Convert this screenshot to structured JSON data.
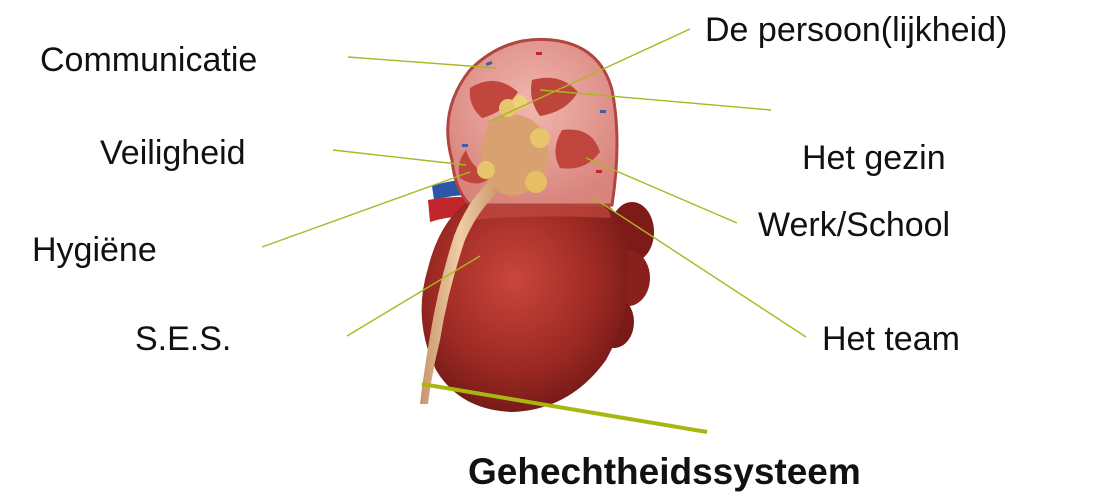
{
  "colors": {
    "leader_line": "#a8b820",
    "title_underline": "#a6b80f",
    "text": "#111111",
    "kidney_dark": "#8e1f1c",
    "kidney_mid": "#b83a33",
    "cortex_pink": "#e8a09a",
    "ureter": "#e0b58a",
    "fat_yellow": "#e8c46a"
  },
  "labels": {
    "left": {
      "communicatie": "Communicatie",
      "veiligheid": "Veiligheid",
      "hygiene": "Hygiëne",
      "ses": "S.E.S."
    },
    "right": {
      "persoon": "De persoon(lijkheid)",
      "gezin": "Het gezin",
      "werk_school": "Werk/School",
      "team": "Het team"
    }
  },
  "title": "Gehechtheidssysteem"
}
